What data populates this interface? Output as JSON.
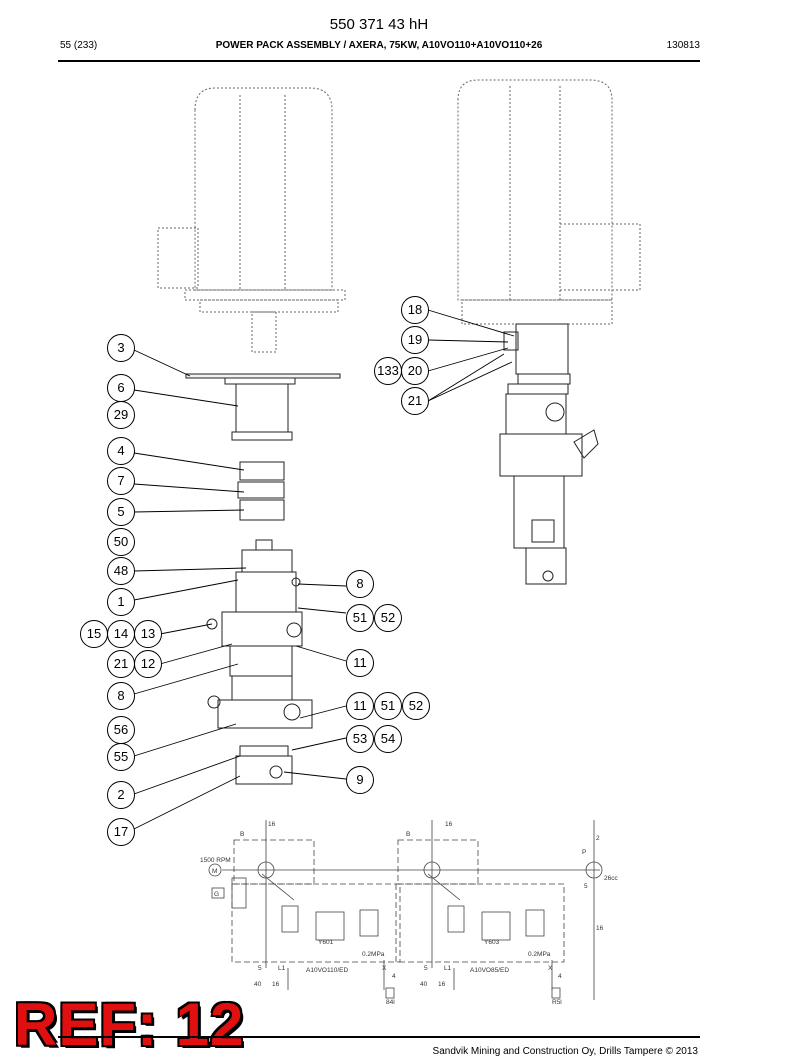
{
  "header": {
    "document_number": "550 371 43 hH",
    "page": "55 (233)",
    "title": "POWER PACK ASSEMBLY / AXERA, 75KW, A10VO110+A10VO110+26",
    "code": "130813"
  },
  "callouts": {
    "c18": "18",
    "c19": "19",
    "c133": "133",
    "c20": "20",
    "c21r": "21",
    "c3": "3",
    "c6": "6",
    "c29": "29",
    "c4": "4",
    "c7": "7",
    "c5": "5",
    "c50": "50",
    "c48": "48",
    "c1": "1",
    "c15": "15",
    "c14": "14",
    "c13": "13",
    "c21l": "21",
    "c12": "12",
    "c8a": "8",
    "c56": "56",
    "c55": "55",
    "c2": "2",
    "c17": "17",
    "c8b": "8",
    "c51a": "51",
    "c52a": "52",
    "c11a": "11",
    "c11b": "11",
    "c51b": "51",
    "c52b": "52",
    "c53": "53",
    "c54": "54",
    "c9": "9"
  },
  "schematic": {
    "l16a": "16",
    "l16b": "16",
    "l2": "2",
    "lBa": "B",
    "lBb": "B",
    "lP": "P",
    "rpm": "1500 RPM",
    "motor": "M",
    "gauge": "G",
    "l26cc": "26cc",
    "l5": "5",
    "l16c": "16",
    "y601": "Y601",
    "y603": "Y603",
    "mpa1": "0.2MPa",
    "mpa2": "0.2MPa",
    "pump1": "A10VO110/ED",
    "pump2": "A10VO85/ED",
    "s5a": "5",
    "l1a": "L1",
    "x1": "X",
    "f4a": "4",
    "n40a": "40",
    "n16a": "16",
    "s5b": "5",
    "l1b": "L1",
    "x2": "X",
    "f4b": "4",
    "n40b": "40",
    "n16b": "16",
    "r1": "84l",
    "r2": "R5l"
  },
  "stamp": "REF: 12",
  "footer": "Sandvik Mining and Construction Oy, Drills Tampere © 2013"
}
